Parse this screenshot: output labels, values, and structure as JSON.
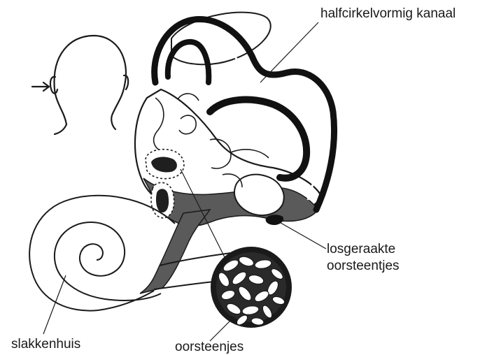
{
  "labels": {
    "semicircular_canal": "halfcirkelvormig kanaal",
    "loose_otoliths_line1": "losgeraakte",
    "loose_otoliths_line2": "oorsteentjes",
    "cochlea": "slakkenhuis",
    "otoliths": "oorsteenjes"
  },
  "colors": {
    "ink": "#1a1a1a",
    "shade": "#595959",
    "paper": "#ffffff"
  }
}
